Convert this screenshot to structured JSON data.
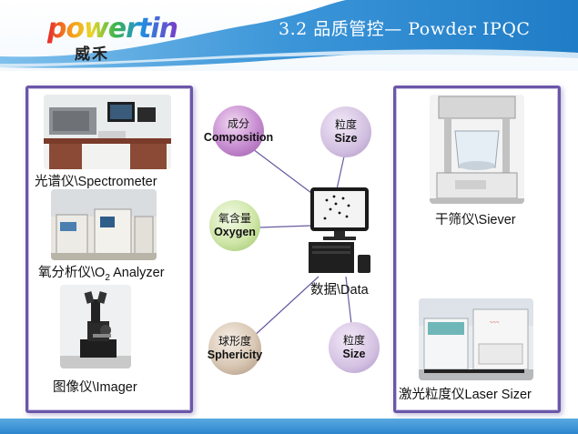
{
  "header": {
    "logo_text": "powertin",
    "logo_cn": "威禾",
    "title": "3.2 品质管控— Powder IPQC"
  },
  "left_panel": {
    "items": [
      {
        "label": "光谱仪\\Spectrometer",
        "icon": "spectrometer-photo"
      },
      {
        "label_prefix": "氧分析仪\\O",
        "label_sub": "2",
        "label_suffix": " Analyzer",
        "icon": "oxygen-analyzer-photo"
      },
      {
        "label": "图像仪\\Imager",
        "icon": "microscope-photo"
      }
    ]
  },
  "center": {
    "bubbles": {
      "composition": {
        "zh": "成分",
        "en": "Composition"
      },
      "size_top": {
        "zh": "粒度",
        "en": "Size"
      },
      "oxygen": {
        "zh": "氧含量",
        "en": "Oxygen"
      },
      "sphericity": {
        "zh": "球形度",
        "en": "Sphericity"
      },
      "size_bottom": {
        "zh": "粒度",
        "en": "Size"
      }
    },
    "data_label": "数据\\Data"
  },
  "right_panel": {
    "items": [
      {
        "label": "干筛仪\\Siever",
        "icon": "siever-photo"
      },
      {
        "label": "激光粒度仪Laser Sizer",
        "icon": "laser-sizer-photo"
      }
    ]
  },
  "colors": {
    "header_band": "#2a86cf",
    "panel_border": "#6b57a8",
    "connector": "#6a5aa0"
  }
}
